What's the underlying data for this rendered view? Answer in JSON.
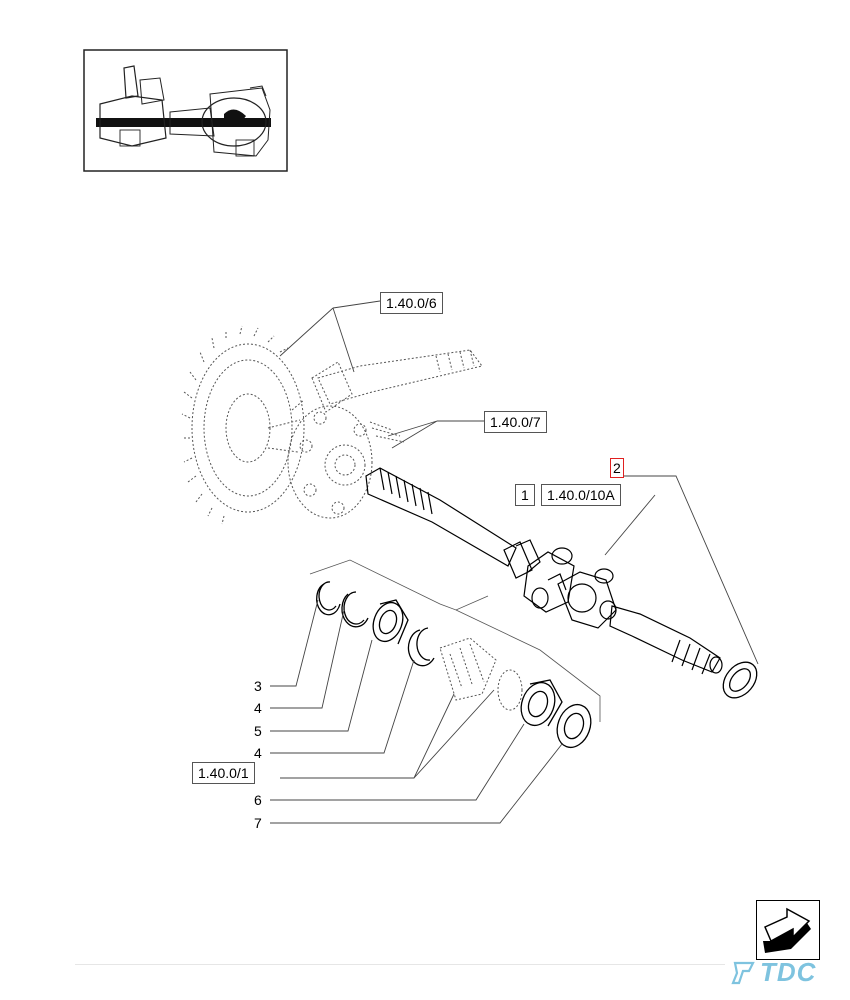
{
  "refs": {
    "r_1406": "1.40.0/6",
    "r_1407": "1.40.0/7",
    "r_1": "1",
    "r_14010a": "1.40.0/10A",
    "r_2": "2",
    "r_1401": "1.40.0/1"
  },
  "callouts": [
    "3",
    "4",
    "5",
    "4",
    "6",
    "7"
  ],
  "brand": {
    "name": "TDC",
    "color": "#7ec3df"
  },
  "colors": {
    "highlight_box": "#e02020",
    "line": "#000000",
    "leader": "#444444"
  },
  "icons": {
    "nav": "arrow-return-icon",
    "thumbnail": "axle-assembly-thumbnail"
  }
}
